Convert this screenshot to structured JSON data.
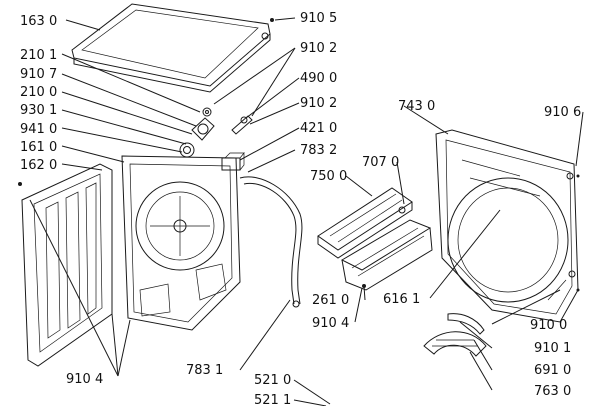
{
  "labels": {
    "l1630": "163 0",
    "l9105": "910 5",
    "l2101": "210 1",
    "l9102a": "910 2",
    "l9107": "910 7",
    "l2100": "210 0",
    "l4900": "490 0",
    "l9301": "930 1",
    "l9102b": "910 2",
    "l9410": "941 0",
    "l4210": "421 0",
    "l1610": "161 0",
    "l7832": "783 2",
    "l1620": "162 0",
    "l7070": "707 0",
    "l7430": "743 0",
    "l9106": "910 6",
    "l7500": "750 0",
    "l2610": "261 0",
    "l9104a": "910 4",
    "l6161": "616 1",
    "l9100": "910 0",
    "l9101": "910 1",
    "l6910": "691 0",
    "l7630": "763 0",
    "l7831": "783 1",
    "l9104b": "910 4",
    "l5210": "521 0",
    "l5211": "521 1"
  }
}
